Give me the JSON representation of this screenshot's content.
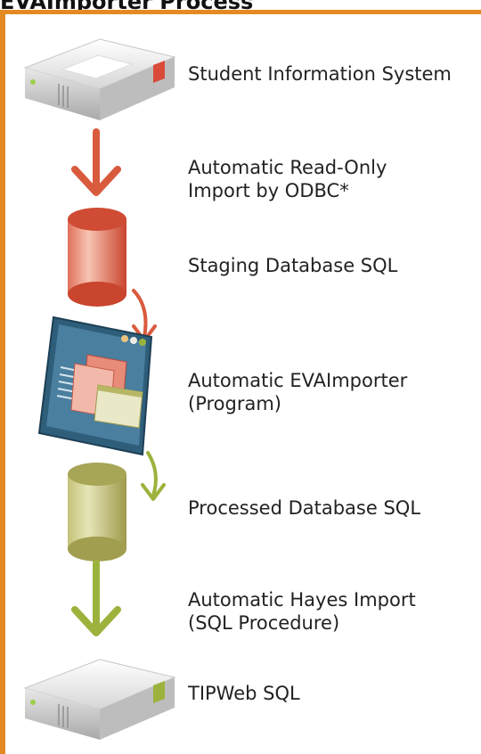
{
  "title": "EVAImporter Process",
  "steps": [
    {
      "lines": [
        "Student Information System"
      ],
      "icon": "server-icon"
    },
    {
      "lines": [
        "Automatic Read-Only",
        "Import by ODBC*"
      ],
      "icon": "arrow-down-icon"
    },
    {
      "lines": [
        "Staging Database SQL"
      ],
      "icon": "database-cylinder-icon"
    },
    {
      "lines": [
        "Automatic EVAImporter",
        "(Program)"
      ],
      "icon": "program-window-icon"
    },
    {
      "lines": [
        "Processed Database SQL"
      ],
      "icon": "database-cylinder-icon"
    },
    {
      "lines": [
        "Automatic Hayes Import",
        "(SQL Procedure)"
      ],
      "icon": "arrow-down-icon"
    },
    {
      "lines": [
        "TIPWeb SQL"
      ],
      "icon": "server-icon"
    }
  ],
  "colors": {
    "frame": "#e38a24",
    "red_accent": "#d95b3e",
    "green_accent": "#9bb33c"
  }
}
